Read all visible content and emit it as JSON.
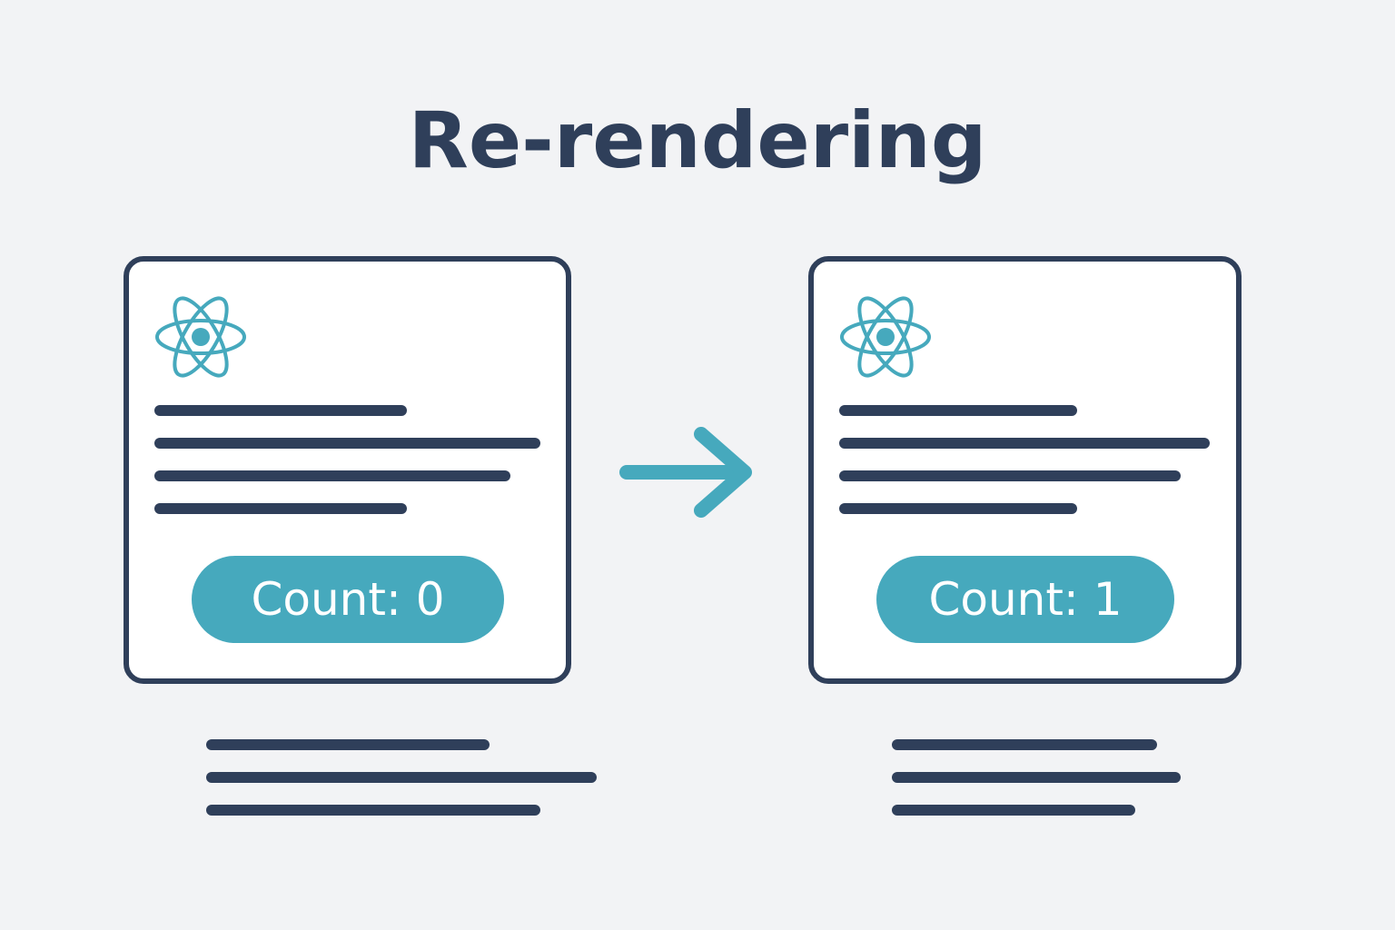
{
  "title": "Re-rendering",
  "colors": {
    "background": "#f2f3f5",
    "ink": "#2f3f5a",
    "accent": "#46a9bd",
    "card": "#ffffff"
  },
  "before": {
    "icon": "react-atom-icon",
    "button_label": "Count: 0"
  },
  "after": {
    "icon": "react-atom-icon",
    "button_label": "Count: 1"
  },
  "transition_icon": "arrow-right-icon"
}
